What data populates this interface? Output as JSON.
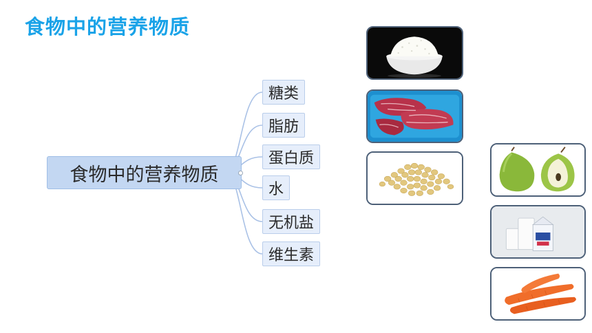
{
  "title": "食物中的营养物质",
  "mindmap": {
    "root": "食物中的营养物质",
    "children": [
      {
        "label": "糖类"
      },
      {
        "label": "脂肪"
      },
      {
        "label": "蛋白质"
      },
      {
        "label": "水"
      },
      {
        "label": "无机盐"
      },
      {
        "label": "维生素"
      }
    ]
  },
  "colors": {
    "title": "#1aa3e8",
    "root_fill": "#c3d7f2",
    "child_fill": "#e6eefb",
    "connector": "#a9c1e6",
    "photo_border": "#4d6078"
  },
  "photos": [
    {
      "name": "rice-bowl-photo"
    },
    {
      "name": "raw-meat-photo"
    },
    {
      "name": "soybeans-photo"
    },
    {
      "name": "pears-photo"
    },
    {
      "name": "milk-photo"
    },
    {
      "name": "carrots-photo"
    }
  ]
}
